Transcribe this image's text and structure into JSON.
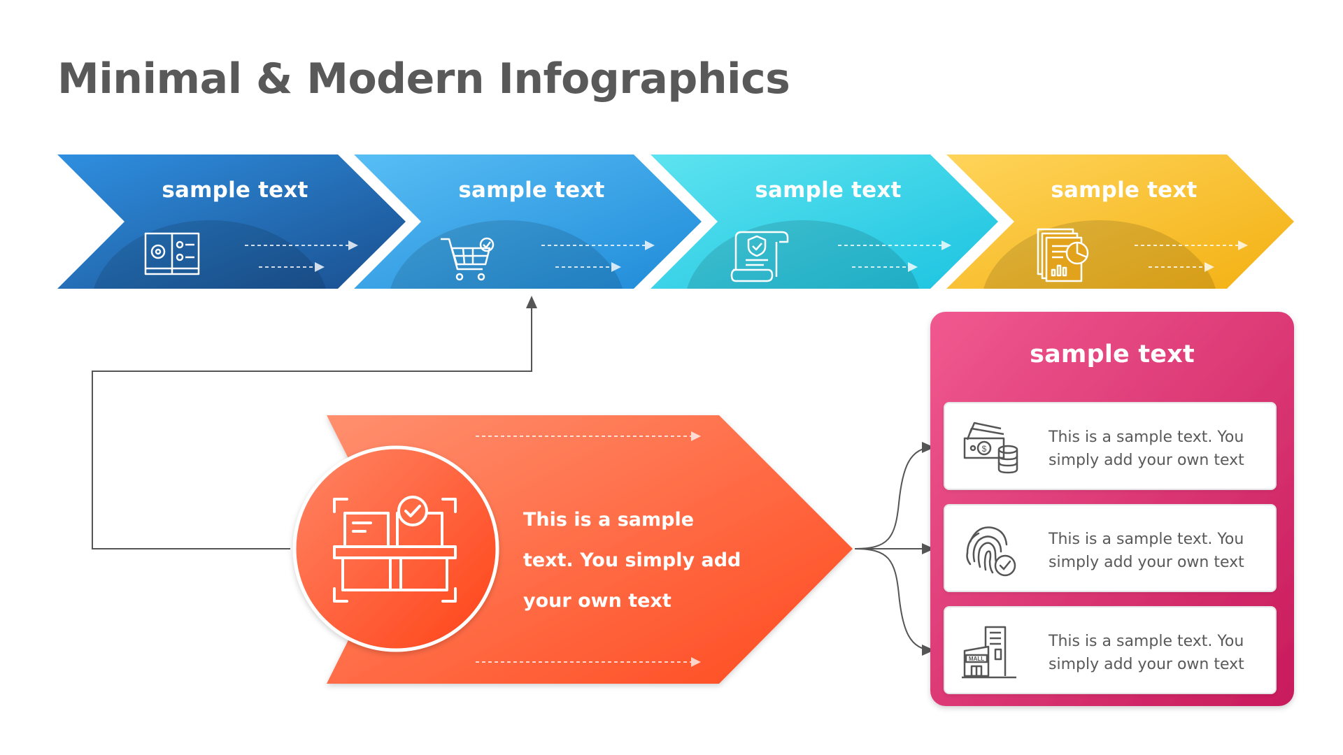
{
  "title": "Minimal & Modern Infographics",
  "steps": [
    {
      "label": "sample text",
      "icon": "book-settings-icon",
      "color_from": "#2f8fe0",
      "color_to": "#1a4f8f"
    },
    {
      "label": "sample text",
      "icon": "shopping-cart-icon",
      "color_from": "#58bef5",
      "color_to": "#1f8ad8"
    },
    {
      "label": "sample text",
      "icon": "certificate-scroll-icon",
      "color_from": "#5de3f0",
      "color_to": "#1cc3e0"
    },
    {
      "label": "sample text",
      "icon": "report-chart-icon",
      "color_from": "#ffd45a",
      "color_to": "#f3b012"
    }
  ],
  "center": {
    "text": "This is a sample text. You simply add your own text",
    "icon": "product-scan-icon",
    "color_from": "#ff8f6e",
    "color_to": "#ff4a1f"
  },
  "panel": {
    "title": "sample text",
    "color_from": "#f0598f",
    "color_to": "#c81a5c",
    "items": [
      {
        "text": "This is a sample text. You simply add your own text",
        "icon": "money-coins-icon"
      },
      {
        "text": "This is a sample text. You simply add your own text",
        "icon": "fingerprint-check-icon"
      },
      {
        "text": "This is a sample text. You simply add your own text",
        "icon": "mall-building-icon"
      }
    ]
  }
}
